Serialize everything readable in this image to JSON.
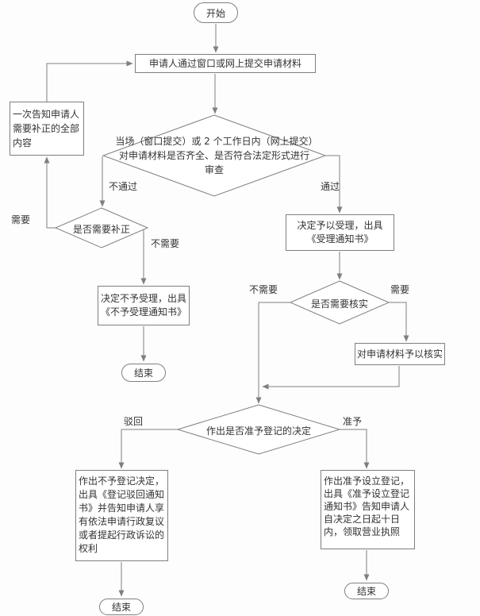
{
  "flowchart": {
    "nodes": {
      "start": "开始",
      "submit": "申请人通过窗口或网上提交申请材料",
      "review": "当场（窗口提交）或 2 个工作日内（网上提交）对申请材料是否齐全、是否符合法定形式进行审查",
      "correction_notice": "一次告知申请人需要补正的全部内容",
      "need_correction": "是否需要补正",
      "accept": "决定予以受理，出具《受理通知书》",
      "reject_accept": "决定不予受理，出具《不予受理通知书》",
      "end_reject": "结束",
      "verify": "是否需要核实",
      "verify_action": "对申请材料予以核实",
      "decision": "作出是否准予登记的决定",
      "deny": "作出不予登记决定，出具《登记驳回通知书》并告知申请人享有依法申请行政复议或者提起行政诉讼的权利",
      "approve": "作出准予设立登记，出具《准予设立登记通知书》告知申请人自决定之日起十日内，领取营业执照",
      "end_deny": "结束",
      "end_approve": "结束"
    },
    "edge_labels": {
      "fail": "不通过",
      "pass": "通过",
      "need_fix": "需要",
      "no_need_fix": "不需要",
      "no_need_verify": "不需要",
      "need_verify": "需要",
      "rejected": "驳回",
      "granted": "准予"
    },
    "colors": {
      "line": "#7f7f7f",
      "border": "#7f7f7f",
      "text": "#333333",
      "background": "#fdfdfd"
    }
  }
}
